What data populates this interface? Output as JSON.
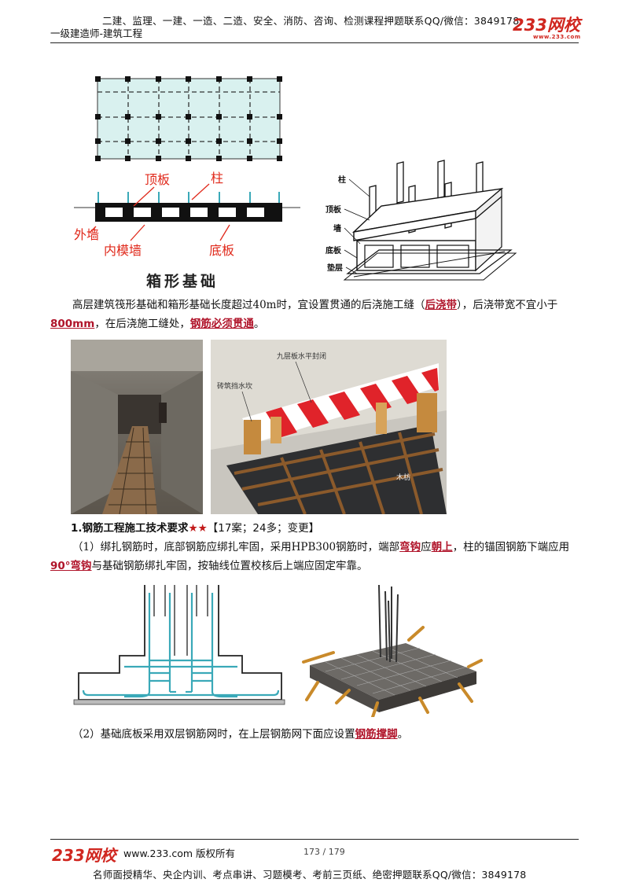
{
  "header": {
    "line1": "二建、监理、一建、一造、二造、安全、消防、咨询、检测课程押题联系QQ/微信：3849178",
    "line2": "一级建造师-建筑工程",
    "logo": "233网校",
    "logo_sub": "www.233.com"
  },
  "figure1": {
    "labels": {
      "top_slab": "顶板",
      "column": "柱",
      "outer_wall": "外墙",
      "inner_wall": "内模墙",
      "bottom_slab": "底板",
      "caption": "箱形基础"
    },
    "iso_labels": {
      "column": "柱",
      "top_slab": "顶板",
      "wall": "墙",
      "bottom_slab": "底板",
      "cushion": "垫层"
    }
  },
  "para1": {
    "t1": "高层建筑筏形基础和箱形基础长度超过40m时，宜设置贯通的后浇施工缝（",
    "h1": "后浇带",
    "t2": "），后浇带宽不宜小于",
    "h2": "800mm",
    "t3": "，在后浇施工缝处，",
    "h3": "钢筋必须贯通",
    "t4": "。"
  },
  "figure2": {
    "label_top": "九层板水平封闭",
    "label_left": "砖筑挡水坎",
    "label_right": "木枋"
  },
  "section1": {
    "title": "1.钢筋工程施工技术要求",
    "stars": "★★",
    "tag": "【17案；24多；变更】"
  },
  "para2": {
    "t1": "（1）绑扎钢筋时，底部钢筋应绑扎牢固，采用HPB300钢筋时，端部",
    "h1": "弯钩",
    "t2": "应",
    "h2": "朝上",
    "t3": "，柱的锚固钢筋下端应用",
    "h3": "90°弯钩",
    "t4": "与基础钢筋绑扎牢固，按轴线位置校核后上端应固定牢靠。"
  },
  "para3": {
    "t1": "（2）基础底板采用双层钢筋网时，在上层钢筋网下面应设置",
    "h1": "钢筋撑脚",
    "t2": "。"
  },
  "footer": {
    "logo": "233网校",
    "site": "www.233.com 版权所有",
    "page": "173 / 179",
    "line2": "名师面授精华、央企内训、考点串讲、习题模考、考前三页纸、绝密押题联系QQ/微信：3849178"
  },
  "colors": {
    "accent": "#b0142a",
    "label_red": "#e0281a",
    "rebar": "#3aa9b8"
  }
}
